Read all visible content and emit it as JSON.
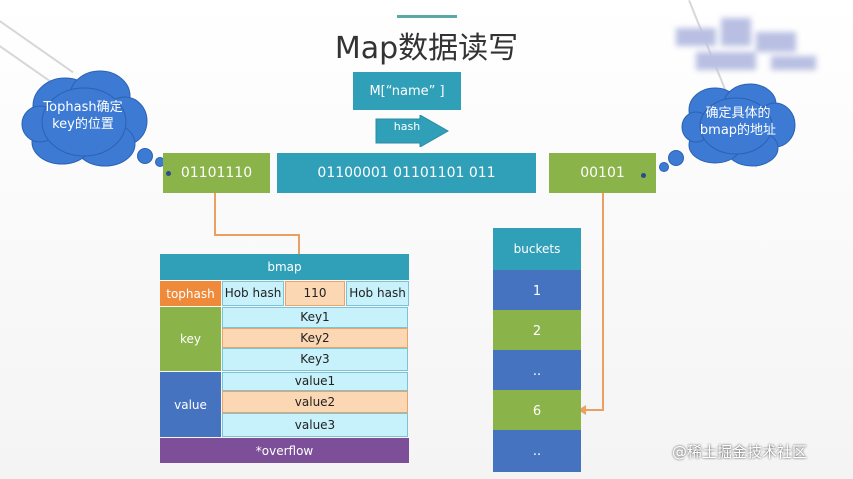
{
  "title": "Map数据读写",
  "clouds": {
    "left_text": "Tophash确定key的位置",
    "right_text": "确定具体的bmap的地址"
  },
  "map_access": "M[“name” ]",
  "hash_label": "hash",
  "hash_bits": {
    "tophash": "01101110",
    "middle": "01100001 01101101 011",
    "low": "00101"
  },
  "bmap": {
    "title": "bmap",
    "tophash_label": "tophash",
    "tophash_cells": [
      "Hob hash",
      "110",
      "Hob hash"
    ],
    "key_label": "key",
    "keys": [
      "Key1",
      "Key2",
      "Key3"
    ],
    "value_label": "value",
    "values": [
      "value1",
      "value2",
      "value3"
    ],
    "overflow": "*overflow"
  },
  "buckets": {
    "title": "buckets",
    "items": [
      "1",
      "2",
      "..",
      "6",
      ".."
    ]
  },
  "watermark": "@稀土掘金技术社区",
  "colors": {
    "teal": "#30a0b9",
    "green": "#8ab34a",
    "cloud_blue": "#3c7ad3",
    "orange": "#ee8a3a",
    "purple": "#7d4f99",
    "bucket_blue": "#4573c0"
  }
}
